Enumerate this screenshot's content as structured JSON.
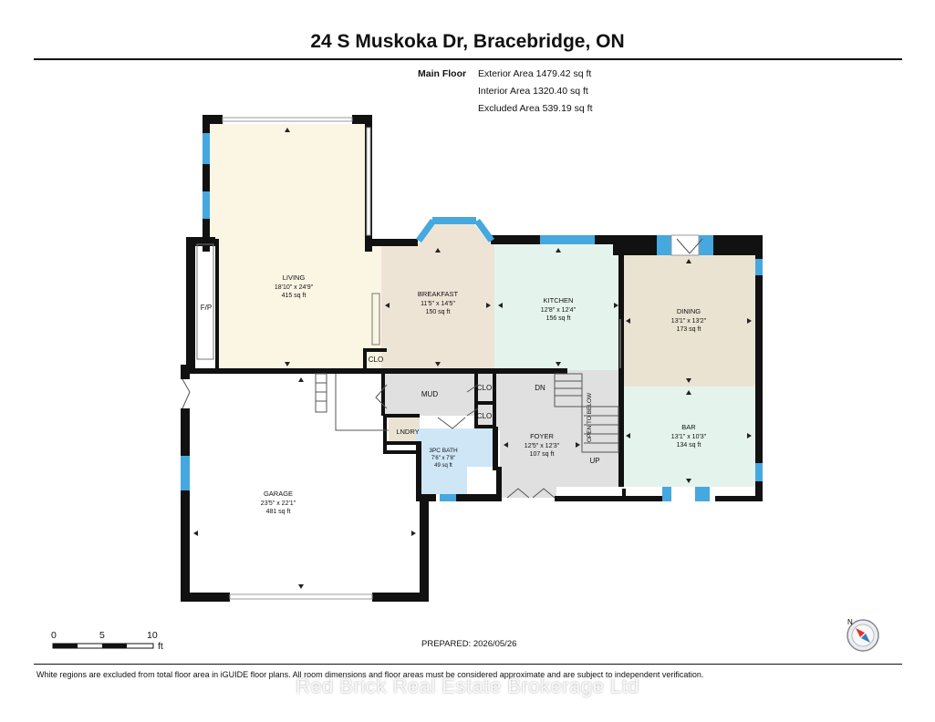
{
  "title": "24 S Muskoka Dr, Bracebridge, ON",
  "areas": {
    "floor_label": "Main Floor",
    "exterior": "Exterior Area 1479.42 sq ft",
    "interior": "Interior Area 1320.40 sq ft",
    "excluded": "Excluded Area 539.19 sq ft"
  },
  "rooms": [
    {
      "name": "LIVING",
      "dims": "18'10\" x 24'9\"",
      "area": "415 sq ft"
    },
    {
      "name": "BREAKFAST",
      "dims": "11'5\" x 14'5\"",
      "area": "150 sq ft"
    },
    {
      "name": "KITCHEN",
      "dims": "12'8\" x 12'4\"",
      "area": "156 sq ft"
    },
    {
      "name": "DINING",
      "dims": "13'1\" x 13'2\"",
      "area": "173 sq ft"
    },
    {
      "name": "BAR",
      "dims": "13'1\" x 10'3\"",
      "area": "134 sq ft"
    },
    {
      "name": "FOYER",
      "dims": "12'5\" x 12'3\"",
      "area": "107 sq ft"
    },
    {
      "name": "3PC BATH",
      "dims": "7'6\" x 7'8\"",
      "area": "49 sq ft"
    },
    {
      "name": "GARAGE",
      "dims": "23'5\" x 22'1\"",
      "area": "481 sq ft"
    }
  ],
  "labels": {
    "mud": "MUD",
    "lndry": "LNDRY",
    "clo": "CLO",
    "fp": "F/P",
    "dn": "DN",
    "up": "UP",
    "open_to_below": "OPEN TO BELOW"
  },
  "scale": {
    "ticks": [
      "0",
      "5",
      "10"
    ],
    "unit": "ft"
  },
  "compass": {
    "letter": "N"
  },
  "prepared": "PREPARED: 2026/05/26",
  "footnote": "White regions are excluded from total floor area in iGUIDE floor plans. All room dimensions and floor areas must be considered approximate and are subject to independent verification.",
  "watermark": "Red Brick Real Estate Brokerage Ltd",
  "colors": {
    "living": "#faf6e3",
    "breakfast": "#eee4d6",
    "kitchen": "#e4f4ec",
    "dining": "#ebe3d2",
    "bar": "#e4f4ec",
    "bath": "#cfe6f7",
    "lndry": "#ebe3d2",
    "circulation": "#e0e0e0",
    "window": "#45a8df",
    "wall": "#111111"
  }
}
